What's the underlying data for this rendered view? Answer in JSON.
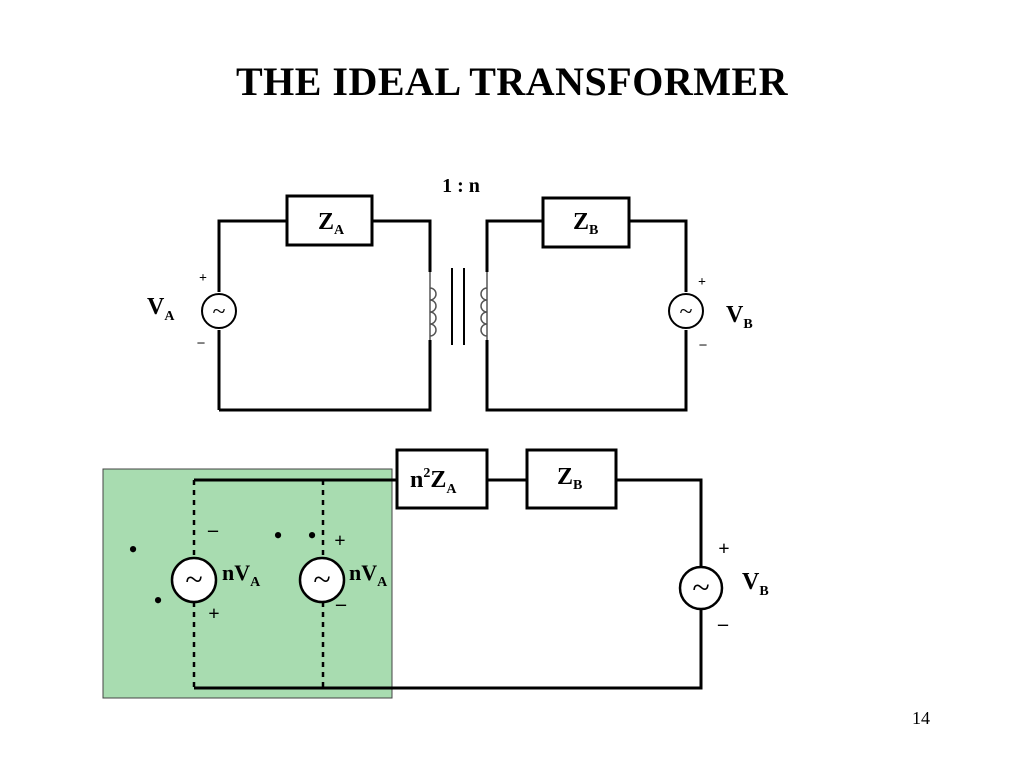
{
  "slide": {
    "title": "THE IDEAL  TRANSFORMER",
    "page_number": "14"
  },
  "colors": {
    "highlight": "#a8dcb0",
    "line": "#000000"
  },
  "top_circuit": {
    "ratio": "1 : n",
    "za": {
      "main": "Z",
      "sub": "A"
    },
    "zb": {
      "main": "Z",
      "sub": "B"
    },
    "va": {
      "main": "V",
      "sub": "A",
      "plus": "+",
      "minus": "–"
    },
    "vb": {
      "main": "V",
      "sub": "B",
      "plus": "+",
      "minus": "–"
    },
    "source_symbol": "~"
  },
  "bottom_circuit": {
    "reflected_z": {
      "main": "n",
      "sup": "2",
      "main2": "Z",
      "sub": "A"
    },
    "zb": {
      "main": "Z",
      "sub": "B"
    },
    "source1": {
      "main": "nV",
      "sub": "A",
      "top_sign": "–",
      "bottom_sign": "+"
    },
    "source2": {
      "main": "nV",
      "sub": "A",
      "top_sign": "+",
      "bottom_sign": "–"
    },
    "vb": {
      "main": "V",
      "sub": "B",
      "plus": "+",
      "minus": "–"
    },
    "dots": [
      "•",
      "•",
      "•",
      "•"
    ],
    "source_symbol": "~"
  }
}
